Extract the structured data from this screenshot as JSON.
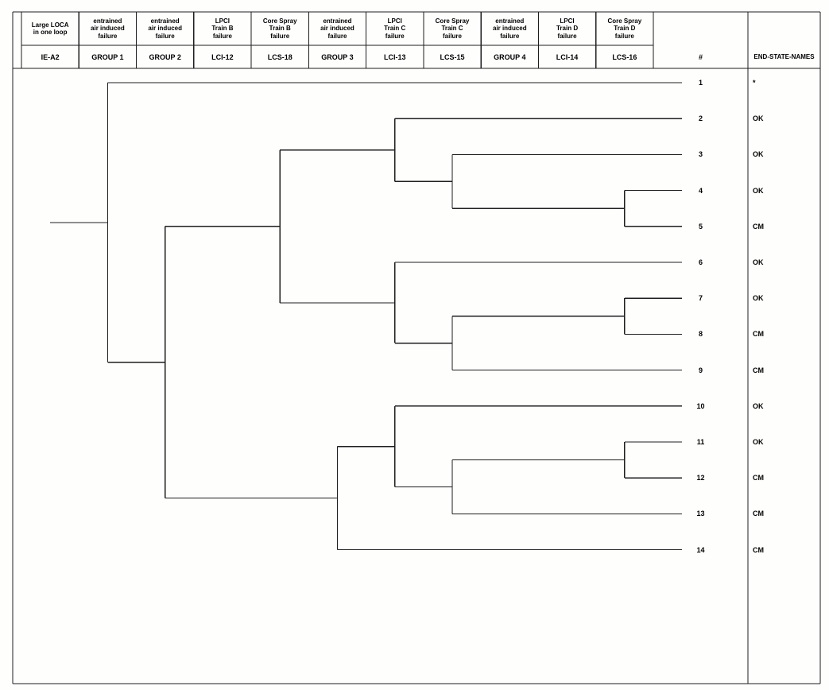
{
  "diagram_type": "event-tree",
  "header": {
    "columns": [
      {
        "description": "Large LOCA\nin one loop",
        "code": "IE-A2"
      },
      {
        "description": "entrained\nair induced\nfailure",
        "code": "GROUP 1"
      },
      {
        "description": "entrained\nair induced\nfailure",
        "code": "GROUP 2"
      },
      {
        "description": "LPCI\nTrain B\nfailure",
        "code": "LCI-12"
      },
      {
        "description": "Core Spray\nTrain B\nfailure",
        "code": "LCS-18"
      },
      {
        "description": "entrained\nair induced\nfailure",
        "code": "GROUP 3"
      },
      {
        "description": "LPCI\nTrain C\nfailure",
        "code": "LCI-13"
      },
      {
        "description": "Core Spray\nTrain C\nfailure",
        "code": "LCS-15"
      },
      {
        "description": "entrained\nair induced\nfailure",
        "code": "GROUP 4"
      },
      {
        "description": "LPCI\nTrain D\nfailure",
        "code": "LCI-14"
      },
      {
        "description": "Core Spray\nTrain D\nfailure",
        "code": "LCS-16"
      }
    ],
    "sequence_number_header": "#",
    "end_state_header": "END-STATE-NAMES"
  },
  "sequences": [
    {
      "number": "1",
      "end_state": "*"
    },
    {
      "number": "2",
      "end_state": "OK"
    },
    {
      "number": "3",
      "end_state": "OK"
    },
    {
      "number": "4",
      "end_state": "OK"
    },
    {
      "number": "5",
      "end_state": "CM"
    },
    {
      "number": "6",
      "end_state": "OK"
    },
    {
      "number": "7",
      "end_state": "OK"
    },
    {
      "number": "8",
      "end_state": "CM"
    },
    {
      "number": "9",
      "end_state": "CM"
    },
    {
      "number": "10",
      "end_state": "OK"
    },
    {
      "number": "11",
      "end_state": "OK"
    },
    {
      "number": "12",
      "end_state": "CM"
    },
    {
      "number": "13",
      "end_state": "CM"
    },
    {
      "number": "14",
      "end_state": "CM"
    }
  ],
  "tree": {
    "column": 1,
    "up": {
      "leaf": 1
    },
    "down": {
      "column": 2,
      "up": {
        "column": 4,
        "up": {
          "column": 6,
          "up": {
            "leaf": 2
          },
          "down": {
            "column": 7,
            "up": {
              "leaf": 3
            },
            "down": {
              "column": 10,
              "up": {
                "leaf": 4
              },
              "down": {
                "leaf": 5
              }
            }
          }
        },
        "down": {
          "column": 6,
          "up": {
            "leaf": 6
          },
          "down": {
            "column": 7,
            "up": {
              "column": 10,
              "up": {
                "leaf": 7
              },
              "down": {
                "leaf": 8
              }
            },
            "down": {
              "leaf": 9
            }
          }
        }
      },
      "down": {
        "column": 5,
        "up": {
          "column": 6,
          "up": {
            "leaf": 10
          },
          "down": {
            "column": 7,
            "up": {
              "column": 10,
              "up": {
                "leaf": 11
              },
              "down": {
                "leaf": 12
              }
            },
            "down": {
              "leaf": 13
            }
          }
        },
        "down": {
          "leaf": 14
        }
      }
    }
  },
  "colors": {
    "line": "#1e1e1e",
    "text": "#000000",
    "background": "#fefefd"
  }
}
